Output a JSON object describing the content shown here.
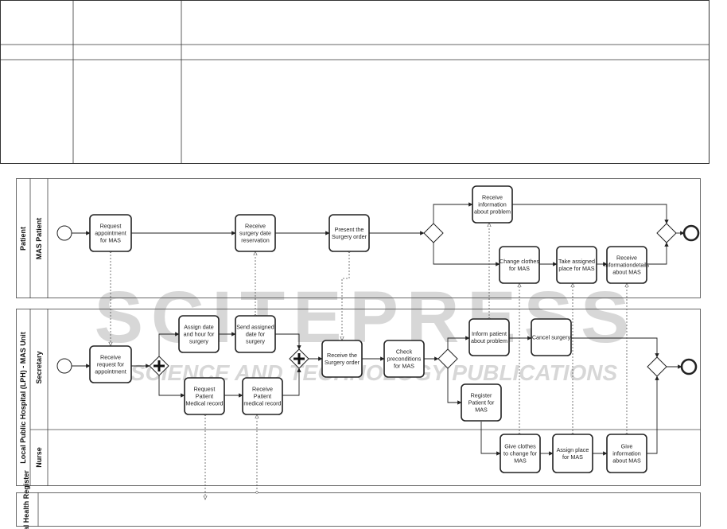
{
  "watermark": {
    "main": "SCITEPRESS",
    "sub": "SCIENCE AND TECHNOLOGY PUBLICATIONS",
    "color": "#d7d7d7"
  },
  "pools": {
    "patient": "Patient",
    "hospital": "Local Public Hospital (LPH) - MAS Unit",
    "central": "Central Health Register"
  },
  "lanes": {
    "mas_patient": "MAS Patient",
    "secretary": "Secretary",
    "nurse": "Nurse"
  },
  "tasks": {
    "p_request": "Request appointment for MAS",
    "p_receive_date": "Receive surgery date reservation",
    "p_present": "Present the Surgery order",
    "p_receive_info": "Receive information about problem",
    "p_change": "Change clothes for MAS",
    "p_take_place": "Take assigned place for MAS",
    "p_receive_details": "Receive informationdetails about MAS",
    "s_receive_req": "Receive request for appointment",
    "s_assign_date": "Assign date and hour for surgery",
    "s_send_date": "Send assigned date for surgery",
    "s_request_record": "Request Patient Medical record",
    "s_receive_record": "Receive Patient medical record",
    "s_receive_order": "Receive the Surgery order",
    "s_check": "Check preconditions for MAS",
    "s_inform": "Inform patient about problem",
    "s_cancel": "Cancel surgery",
    "s_register": "Register Patient for MAS",
    "n_give_clothes": "Give clothes to change for MAS",
    "n_assign_place": "Assign place for MAS",
    "n_give_info": "Give information about MAS"
  },
  "colors": {
    "task_fill": "#ffffff",
    "stroke": "#222222",
    "message_flow": "#555555"
  }
}
